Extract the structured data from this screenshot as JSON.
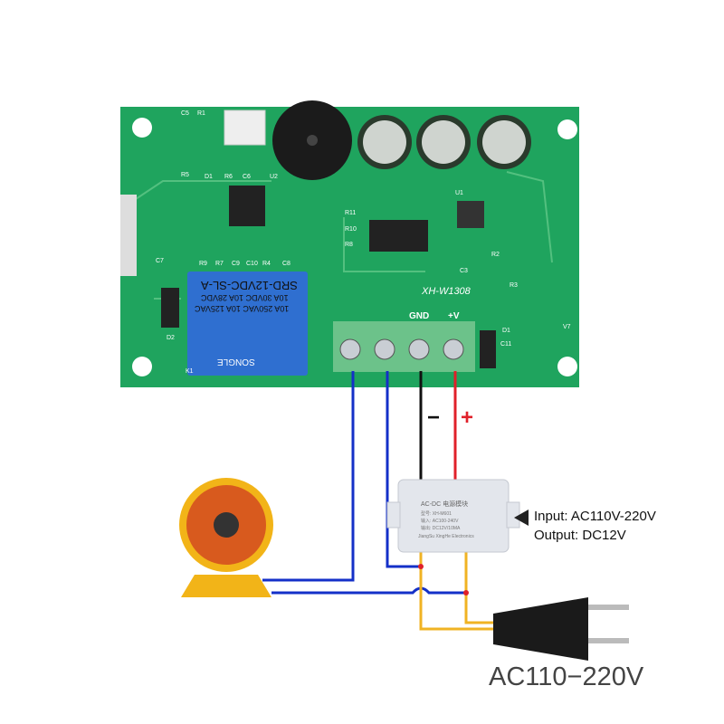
{
  "board": {
    "model": "XH-W1308",
    "relay_text": [
      "SRD-12VDC-SL-A",
      "10A 250VAC 10A 125VAC",
      "10A 30VDC 10A 28VDC"
    ],
    "relay_brand": "SONGLE",
    "terminal_labels": {
      "gnd": "GND",
      "pos": "+V"
    },
    "component_labels": [
      "C5",
      "R1",
      "R5",
      "D1",
      "R6",
      "C6",
      "U2",
      "R11",
      "R10",
      "R8",
      "U1",
      "C3",
      "R2",
      "R3",
      "D1",
      "C11",
      "V7",
      "D2",
      "K1",
      "R9",
      "R7",
      "C9",
      "C10",
      "R4",
      "C8",
      "C7"
    ]
  },
  "polarity": {
    "minus": "−",
    "plus": "+"
  },
  "module": {
    "title": "AC-DC 电源模块",
    "lines": [
      "型号: XH-M601",
      "输入: AC100-240V",
      "输出: DC12V/10MA",
      "JiangSu XingHe Electronics"
    ]
  },
  "annotation": {
    "input": "Input: AC110V-220V",
    "output": "Output: DC12V"
  },
  "mains_label": "AC110−220V",
  "colors": {
    "board": "#1fa45e",
    "relay": "#2f6fd0",
    "terminal": "#6cc28a",
    "wire_blue": "#1430c8",
    "wire_red": "#e0202a",
    "wire_black": "#111111",
    "wire_yellow": "#f0b323",
    "heater": "#f2b418"
  }
}
